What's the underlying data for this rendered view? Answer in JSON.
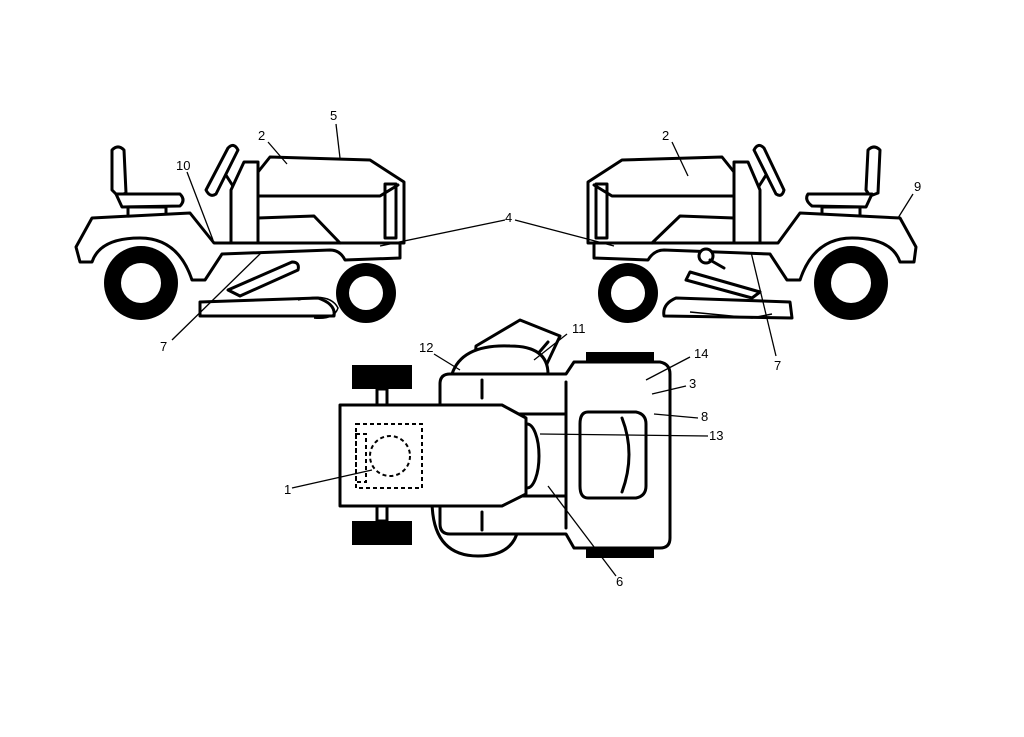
{
  "callouts": {
    "c1": "1",
    "c2_left": "2",
    "c2_right": "2",
    "c3": "3",
    "c4": "4",
    "c5": "5",
    "c6": "6",
    "c7_left": "7",
    "c7_right": "7",
    "c8": "8",
    "c9": "9",
    "c10": "10",
    "c11": "11",
    "c12": "12",
    "c13": "13",
    "c14": "14"
  },
  "colors": {
    "line": "#000000",
    "background": "#ffffff"
  }
}
